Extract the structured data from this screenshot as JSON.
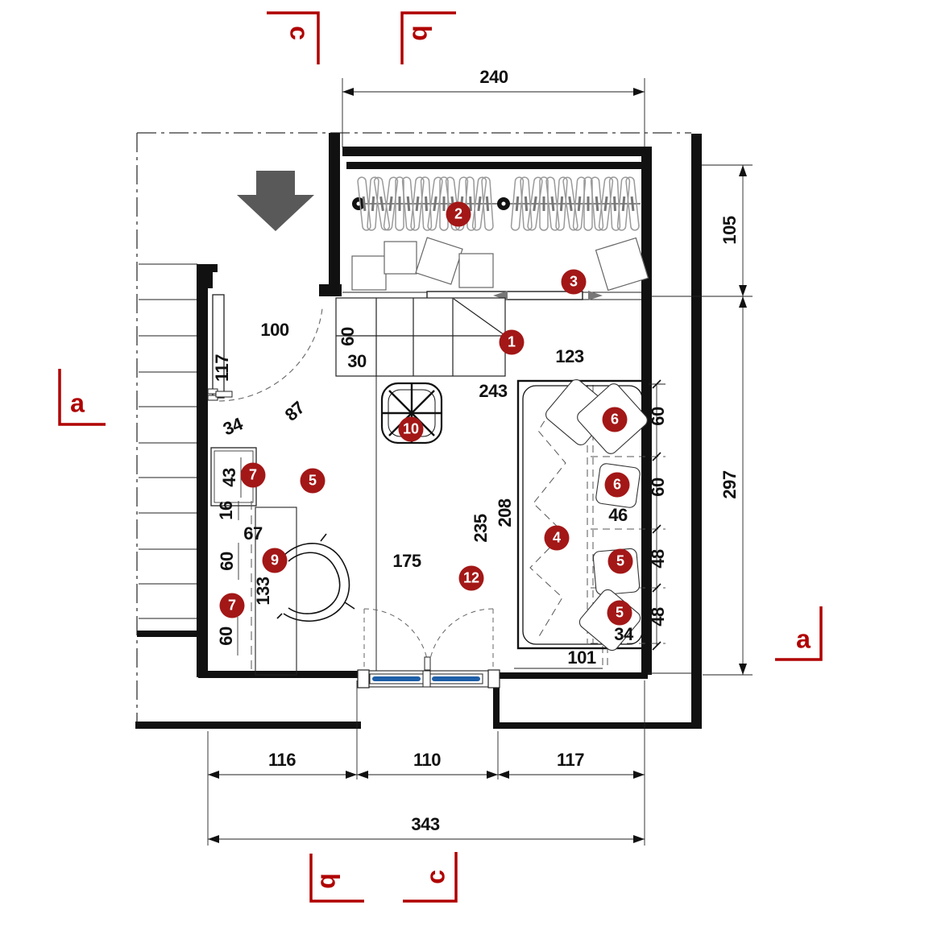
{
  "sections": {
    "a": "a",
    "b": "b",
    "c": "c"
  },
  "markers": {
    "1": "1",
    "2": "2",
    "3": "3",
    "4": "4",
    "5": "5",
    "6": "6",
    "7": "7",
    "9": "9",
    "10": "10",
    "12": "12"
  },
  "dims": {
    "240": "240",
    "105": "105",
    "297": "297",
    "116": "116",
    "110": "110",
    "117": "117",
    "343": "343",
    "100": "100",
    "87": "87",
    "34": "34",
    "43": "43",
    "16": "16",
    "67": "67",
    "60": "60",
    "133": "133",
    "30": "30",
    "123": "123",
    "243": "243",
    "175": "175",
    "235": "235",
    "208": "208",
    "46": "46",
    "48": "48",
    "101": "101"
  },
  "colors": {
    "marker_red": "#a31717",
    "section_red": "#b00000",
    "glass_blue": "#1e5fa8",
    "arrow_gray": "#595959",
    "line_black": "#111111"
  }
}
